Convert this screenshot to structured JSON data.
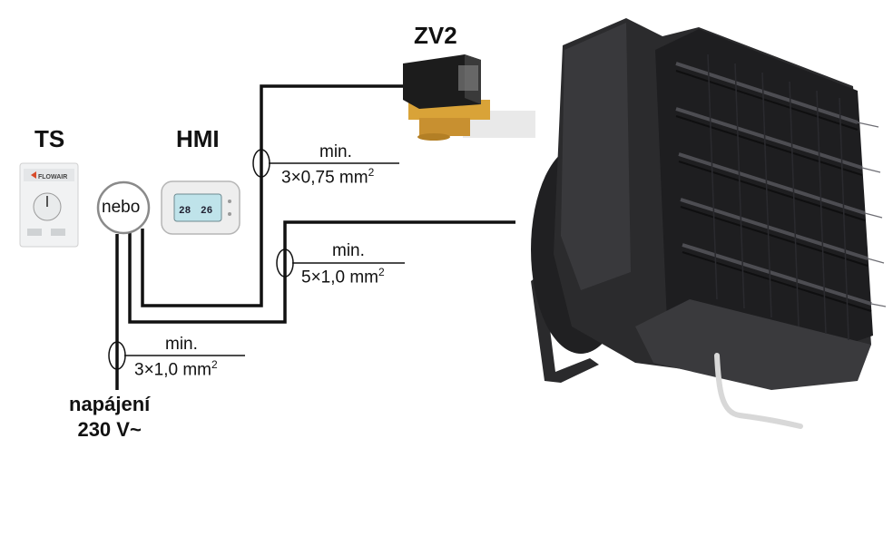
{
  "labels": {
    "ts": "TS",
    "hmi": "HMI",
    "valve": "ZV2",
    "or": "nebo",
    "supply_line1": "napájení",
    "supply_line2": "230 V~"
  },
  "thermostat": {
    "brand": "FLOWAIR"
  },
  "hmi_display": {
    "left_value": "28",
    "right_value": "26"
  },
  "cables": {
    "valve": {
      "min": "min.",
      "spec": "3×0,75 mm",
      "sup": "2"
    },
    "unit": {
      "min": "min.",
      "spec": "5×1,0 mm",
      "sup": "2"
    },
    "power": {
      "min": "min.",
      "spec": "3×1,0 mm",
      "sup": "2"
    }
  },
  "colors": {
    "wire": "#111111",
    "valve_body": "#1c1c1c",
    "brass": "#d9a338",
    "unit_body": "#2b2b2d",
    "unit_dark": "#161617",
    "hmi_screen": "#bfe3ea"
  }
}
